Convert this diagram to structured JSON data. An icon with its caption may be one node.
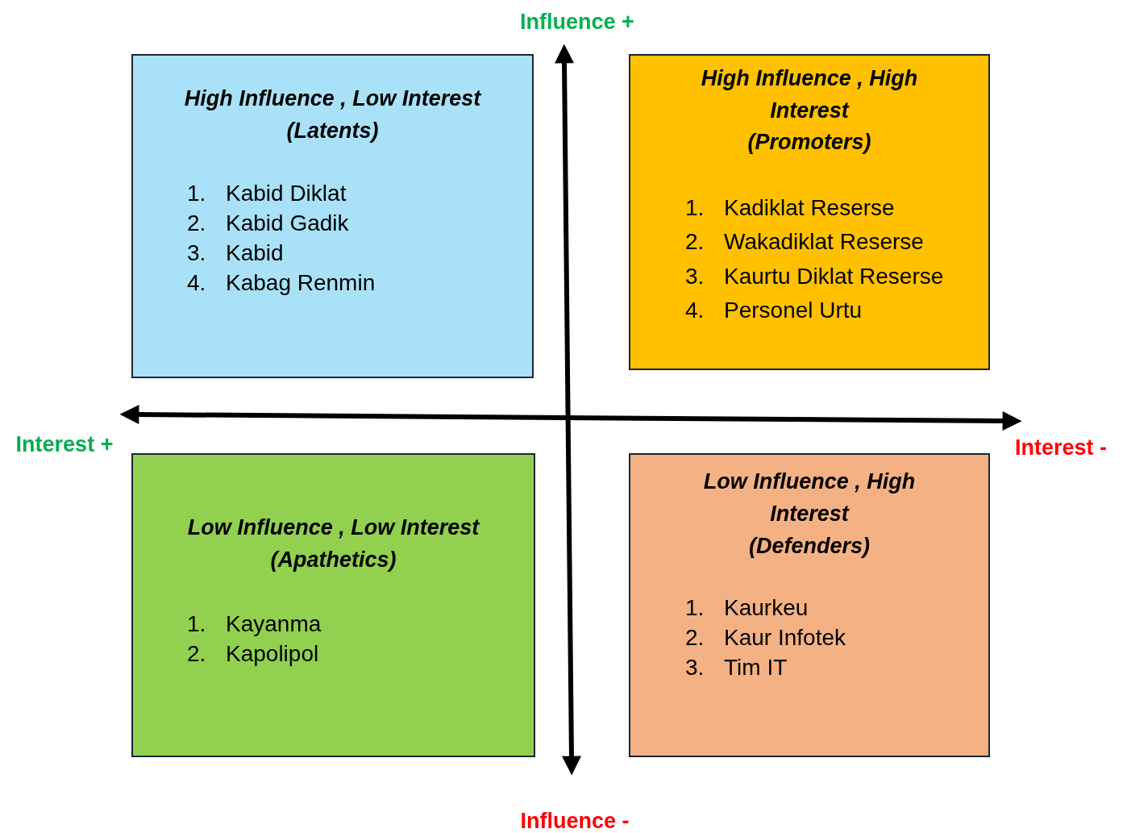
{
  "diagram": {
    "nodes": [
      {
        "text": [
          "High Influence , Low Interest",
          "(Latents)",
          "1. Kabid Diklat",
          "2. Kabid Gadik",
          "3. Kabid",
          "4. Kabag Renmin"
        ]
      },
      {
        "text": [
          "High Influence , High Interest",
          "(Promoters)",
          "1. Kadiklat Reserse",
          "2. Wakadiklat Reserse",
          "3. Kaurtu Diklat Reserse",
          "4. Personel Urtu"
        ]
      },
      {
        "text": [
          "Low Influence , Low Interest",
          "(Apathetics)",
          "1. Kayanma",
          "2. Kapolipol"
        ]
      },
      {
        "text": [
          "Low Influence , High Interest",
          "(Defenders)",
          "1. Kaurkeu",
          "2. Kaur Infotek",
          "3. Tim IT"
        ]
      }
    ],
    "labels": [
      "Influence +",
      "Interest +",
      "Interest -",
      "Influence -"
    ]
  }
}
